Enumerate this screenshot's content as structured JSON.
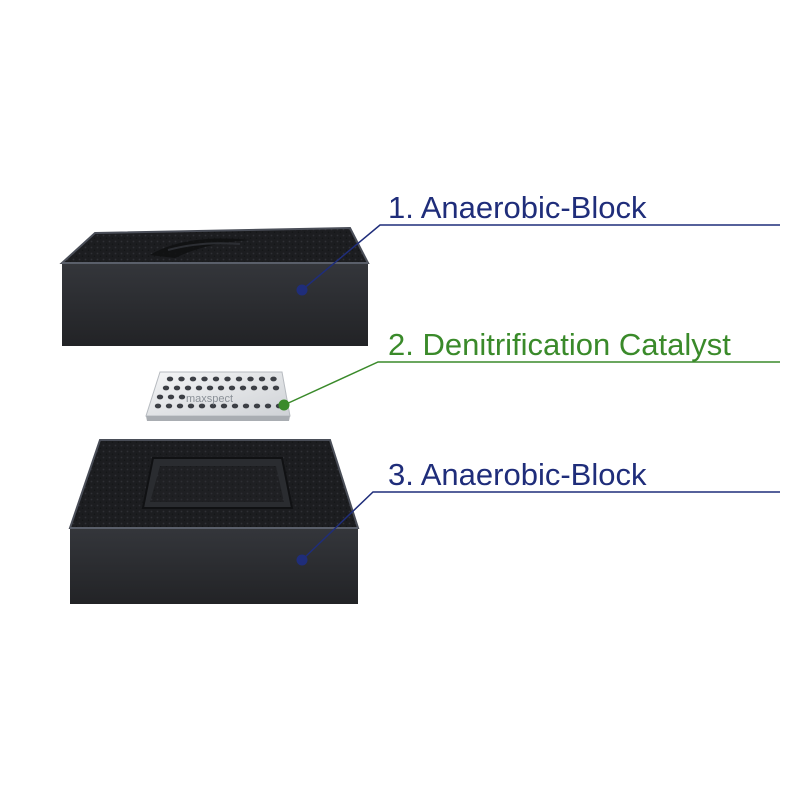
{
  "labels": [
    {
      "text": "1. Anaerobic-Block",
      "color": "#1f2d7a"
    },
    {
      "text": "2. Denitrification Catalyst",
      "color": "#3a8a2a"
    },
    {
      "text": "3. Anaerobic-Block",
      "color": "#1f2d7a"
    }
  ],
  "catalyst_brand": "maxspect",
  "colors": {
    "block_front": "#2a2b2e",
    "block_top": "#1d1e21",
    "block_edge": "#4a4e58",
    "catalyst": "#e4e6e8",
    "catalyst_hole": "#3c3f45"
  }
}
